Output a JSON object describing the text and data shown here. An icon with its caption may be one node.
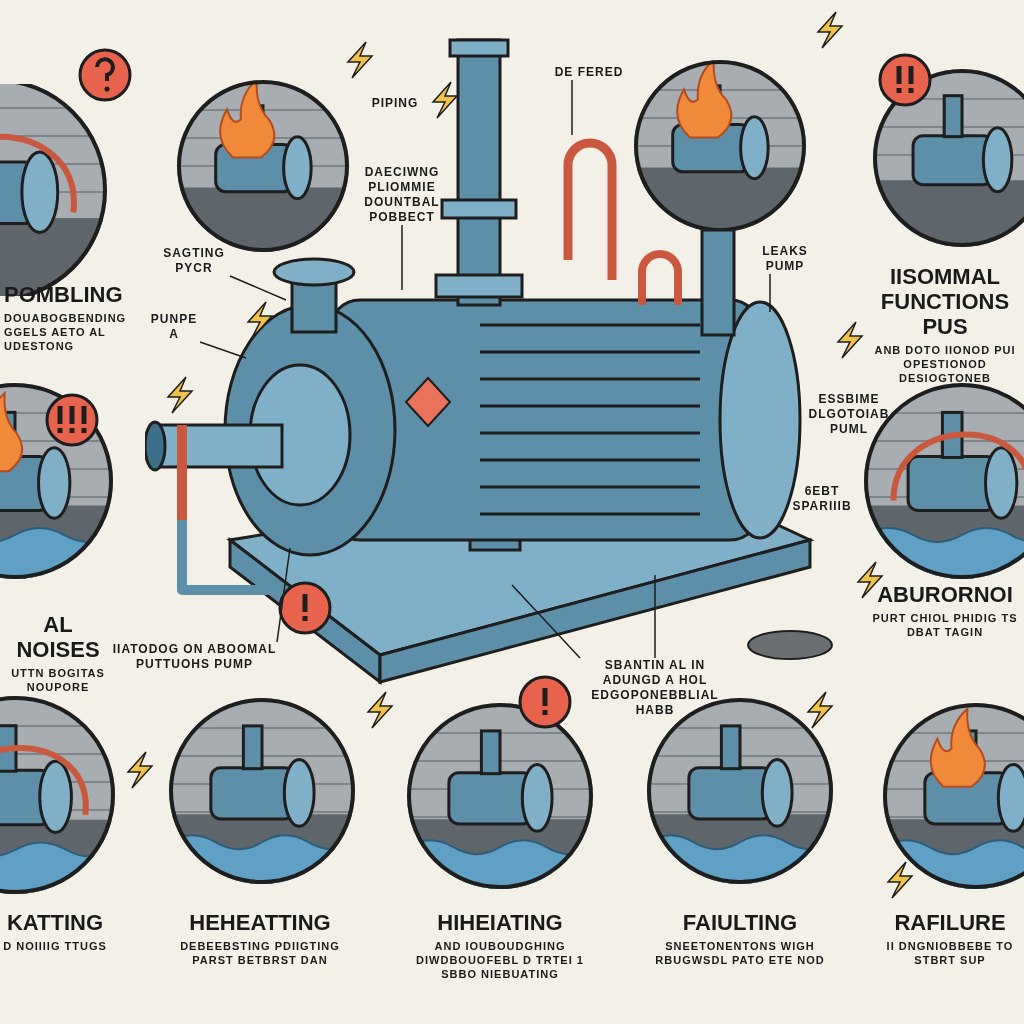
{
  "diagram": {
    "nodes": [
      {
        "text": [
          "DE FERED"
        ]
      },
      {
        "text": [
          "DAECIWNG PLIOMMIE DOUNTBAL POBBECT"
        ]
      },
      {
        "text": [
          "SAGTING PYCR"
        ]
      },
      {
        "text": [
          "PUNPE A"
        ]
      },
      {
        "text": [
          "LEAKS PUMP"
        ]
      },
      {
        "text": [
          "IIATODOG ON ABOOMAL PUTTUOHS PUMP"
        ]
      },
      {
        "text": [
          "SBANTIN AL IN ADUNGD A HOL EDGOPONEBBLIAL HABB"
        ]
      }
    ],
    "edges": [
      {
        "from": 0,
        "to": null,
        "arrow": "none"
      },
      {
        "from": 1,
        "to": null,
        "arrow": "none"
      },
      {
        "from": 2,
        "to": null,
        "arrow": "none"
      },
      {
        "from": 3,
        "to": null,
        "arrow": "none"
      },
      {
        "from": 4,
        "to": null,
        "arrow": "none"
      },
      {
        "from": 5,
        "to": null,
        "arrow": "none"
      },
      {
        "from": 6,
        "to": null,
        "arrow": "none"
      },
      {
        "from": 6,
        "to": null,
        "arrow": "none"
      }
    ],
    "labels": [
      "PIPING",
      "POMBLING",
      "DOUABOGBENDING GGELS AETO AL UDESTONG",
      "IISOMMAL FUNCTIONS PUS",
      "ANB DOTO IIONOD PUI OPESTIONOD DESIOGTONEB",
      "ESSBIME DLGOTOIAB PUML",
      "6EBT SPARIIIB",
      "ABURORNOI",
      "PURT CHIOL PHIDIG TS DBAT TAGIN",
      "AL NOISES",
      "UTTN BOGITAS NOUPORE",
      "KATTING",
      "D NOIIIIG TTUGS",
      "HEHEATTING",
      "DEBEEBSTING PDIIGTING PARST BETBRST DAN",
      "HIHEIATING",
      "AND IOUBOUDGHING DIWDBOUOFEBL D TRTEI 1 SBBO NIEBUATING",
      "FAIULTING",
      "SNEETONENTONS WIGH RBUGWSDL PATO ETE NOD",
      "RAFILURE",
      "II DNGNIOBBEBE TO STBRT SUP"
    ]
  }
}
